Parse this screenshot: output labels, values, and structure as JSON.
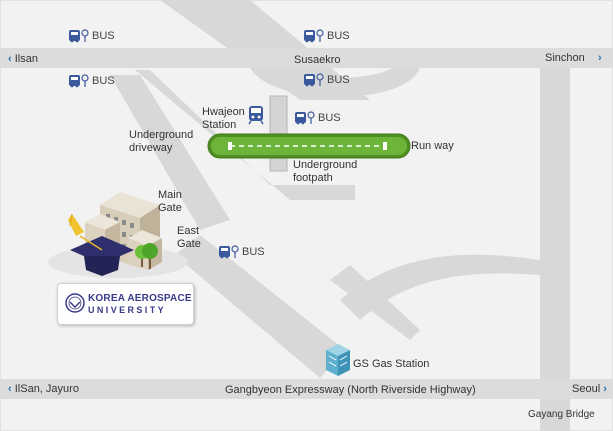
{
  "map": {
    "roads": {
      "top_road": "Susaekro",
      "bottom_road": "Gangbyeon Expressway (North Riverside Highway)"
    },
    "directions": {
      "top_left": "Ilsan",
      "top_right": "Sinchon",
      "bottom_left": "IlSan, Jayuro",
      "bottom_right": "Seoul",
      "chevron_left": "‹",
      "chevron_right": "›"
    },
    "places": {
      "hwajeon_station": "Hwajeon\nStation",
      "underground_driveway": "Underground\ndriveway",
      "underground_footpath": "Underground\nfootpath",
      "runway": "Run way",
      "main_gate": "Main\nGate",
      "east_gate": "East\nGate",
      "gs_gas_station": "GS Gas Station",
      "gayang_bridge": "Gayang Bridge"
    },
    "bus_label": "BUS",
    "university": {
      "line1": "KOREA AEROSPACE",
      "line2": "UNIVERSITY"
    },
    "colors": {
      "road": "#d8d8d8",
      "runway_green": "#5fa52e",
      "bus_icon": "#3b5a9e",
      "chevron": "#2a6fb7",
      "logo_text": "#3a3a8a"
    }
  }
}
